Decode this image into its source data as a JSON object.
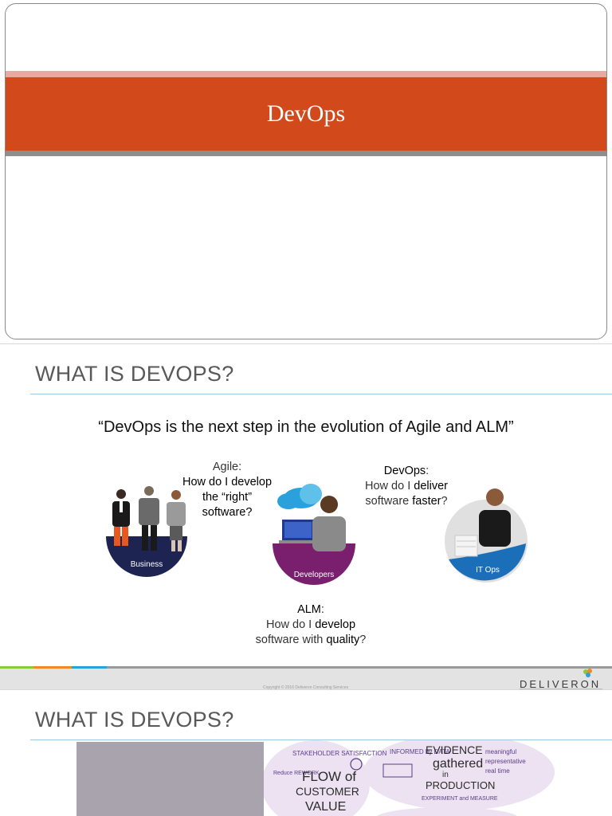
{
  "slide1": {
    "title": "DevOps"
  },
  "slide2": {
    "heading": "WHAT IS DEVOPS?",
    "quote": "“DevOps is the next step in the evolution of Agile and ALM”",
    "agile": {
      "title": "Agile:",
      "line1": "How do I develop",
      "line2": "the “right”",
      "line3": "software?"
    },
    "devops": {
      "title": "DevOps",
      "colon": ":",
      "line1a": "How do I ",
      "line1b": "deliver",
      "line2a": "software ",
      "line2b": "faster",
      "line2c": "?"
    },
    "alm": {
      "title": "ALM",
      "colon": ":",
      "line1a": "How do I ",
      "line1b": "develop",
      "line2a": "software with ",
      "line2b": "quality",
      "line2c": "?"
    },
    "circles": {
      "business": "Business",
      "developers": "Developers",
      "itops": "IT Ops"
    },
    "copyright": "Copyright © 2016 Deliveron Consulting Services",
    "logo": "DELIVERON"
  },
  "slide3": {
    "heading": "WHAT IS DEVOPS?",
    "sketch": {
      "stakeholder": "STAKEHOLDER SATISFACTION",
      "reduce": "Reduce REWORK",
      "flow1": "FLOW of",
      "flow2": "CUSTOMER",
      "flow3": "VALUE",
      "informed": "INFORMED by DATA",
      "evidence1": "EVIDENCE",
      "evidence2": "gathered",
      "evidence3": "in",
      "evidence4": "PRODUCTION",
      "experiment": "EXPERIMENT and MEASURE",
      "check1": "meaningful",
      "check2": "representative",
      "check3": "real time"
    }
  },
  "colors": {
    "band": "#d2491b",
    "accent_rule": "#9dc8e4",
    "business": "#1d2452",
    "developers": "#7a1f6e",
    "itops": "#1b6fb8"
  }
}
